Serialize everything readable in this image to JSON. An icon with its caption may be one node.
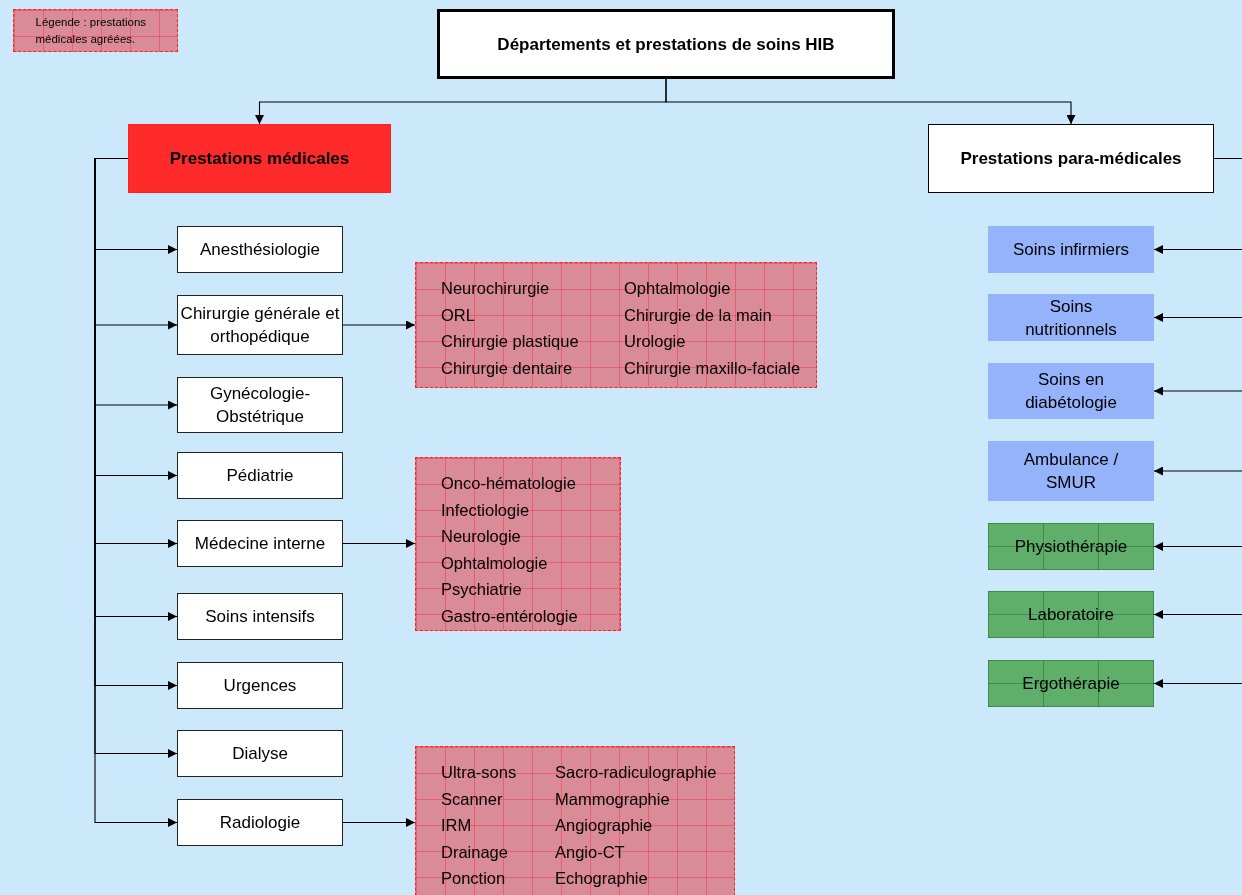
{
  "diagram": {
    "nodes": [
      {
        "text": [
          "Départements et prestations de soins HIB"
        ]
      },
      {
        "text": [
          "Prestations médicales"
        ]
      },
      {
        "text": [
          "Prestations para-médicales"
        ]
      },
      {
        "text": [
          "Anesthésiologie"
        ]
      },
      {
        "text": [
          "Chirurgie générale et orthopédique"
        ]
      },
      {
        "text": [
          "Gynécologie-Obstétrique"
        ]
      },
      {
        "text": [
          "Pédiatrie"
        ]
      },
      {
        "text": [
          "Médecine interne"
        ]
      },
      {
        "text": [
          "Soins intensifs"
        ]
      },
      {
        "text": [
          "Urgences"
        ]
      },
      {
        "text": [
          "Dialyse"
        ]
      },
      {
        "text": [
          "Radiologie"
        ]
      },
      {
        "text": [
          "Neurochirurgie",
          "Ophtalmologie",
          "ORL",
          "Chirurgie de la main",
          "Chirurgie plastique",
          "Urologie",
          "Chirurgie dentaire",
          "Chirurgie maxillo-faciale"
        ]
      },
      {
        "text": [
          "Onco-hématologie",
          "Infectiologie",
          "Neurologie",
          "Ophtalmologie",
          "Psychiatrie",
          "Gastro-entérologie"
        ]
      },
      {
        "text": [
          "Ultra-sons",
          "Sacro-radiculographie",
          "Scanner",
          "Mammographie",
          "IRM",
          "Angiographie",
          "Drainage",
          "Angio-CT",
          "Ponction",
          "Echographie"
        ]
      },
      {
        "text": [
          "Soins infirmiers"
        ]
      },
      {
        "text": [
          "Soins nutritionnels"
        ]
      },
      {
        "text": [
          "Soins en diabétologie"
        ]
      },
      {
        "text": [
          "Ambulance / SMUR"
        ]
      },
      {
        "text": [
          "Physiothérapie"
        ]
      },
      {
        "text": [
          "Laboratoire"
        ]
      },
      {
        "text": [
          "Ergothérapie"
        ]
      }
    ],
    "edges": [
      {
        "from": 0,
        "to": 1,
        "arrow": "to"
      },
      {
        "from": 0,
        "to": 2,
        "arrow": "to"
      },
      {
        "from": 1,
        "to": 3,
        "arrow": "to"
      },
      {
        "from": 1,
        "to": 4,
        "arrow": "to"
      },
      {
        "from": 1,
        "to": 5,
        "arrow": "to"
      },
      {
        "from": 1,
        "to": 6,
        "arrow": "to"
      },
      {
        "from": 1,
        "to": 7,
        "arrow": "to"
      },
      {
        "from": 1,
        "to": 8,
        "arrow": "to"
      },
      {
        "from": 1,
        "to": 9,
        "arrow": "to"
      },
      {
        "from": 1,
        "to": 10,
        "arrow": "to"
      },
      {
        "from": 1,
        "to": 11,
        "arrow": "to"
      },
      {
        "from": 4,
        "to": 12,
        "arrow": "to"
      },
      {
        "from": 7,
        "to": 13,
        "arrow": "to"
      },
      {
        "from": 11,
        "to": 14,
        "arrow": "to"
      },
      {
        "from": 2,
        "to": 15,
        "arrow": "to"
      },
      {
        "from": 2,
        "to": 16,
        "arrow": "to"
      },
      {
        "from": 2,
        "to": 17,
        "arrow": "to"
      },
      {
        "from": 2,
        "to": 18,
        "arrow": "to"
      },
      {
        "from": 2,
        "to": 19,
        "arrow": "to"
      },
      {
        "from": 2,
        "to": 20,
        "arrow": "to"
      },
      {
        "from": 2,
        "to": 21,
        "arrow": "to"
      }
    ],
    "legend": [
      {
        "text": "Légende : prestations médicales agréées.",
        "color": "#d98c98"
      }
    ]
  }
}
